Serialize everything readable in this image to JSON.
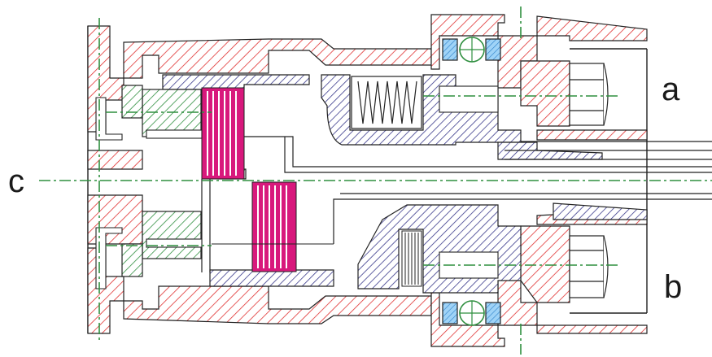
{
  "labels": {
    "a": "a",
    "b": "b",
    "c": "c"
  },
  "colors": {
    "outline": "#222222",
    "housing_hatch": "#e03030",
    "piston_hatch": "#3a3a8c",
    "hub_hatch": "#2f8f3f",
    "clutch_pack": "#d8187c",
    "bearing": "#3b9ae0",
    "centerline": "#2f8f3f"
  }
}
